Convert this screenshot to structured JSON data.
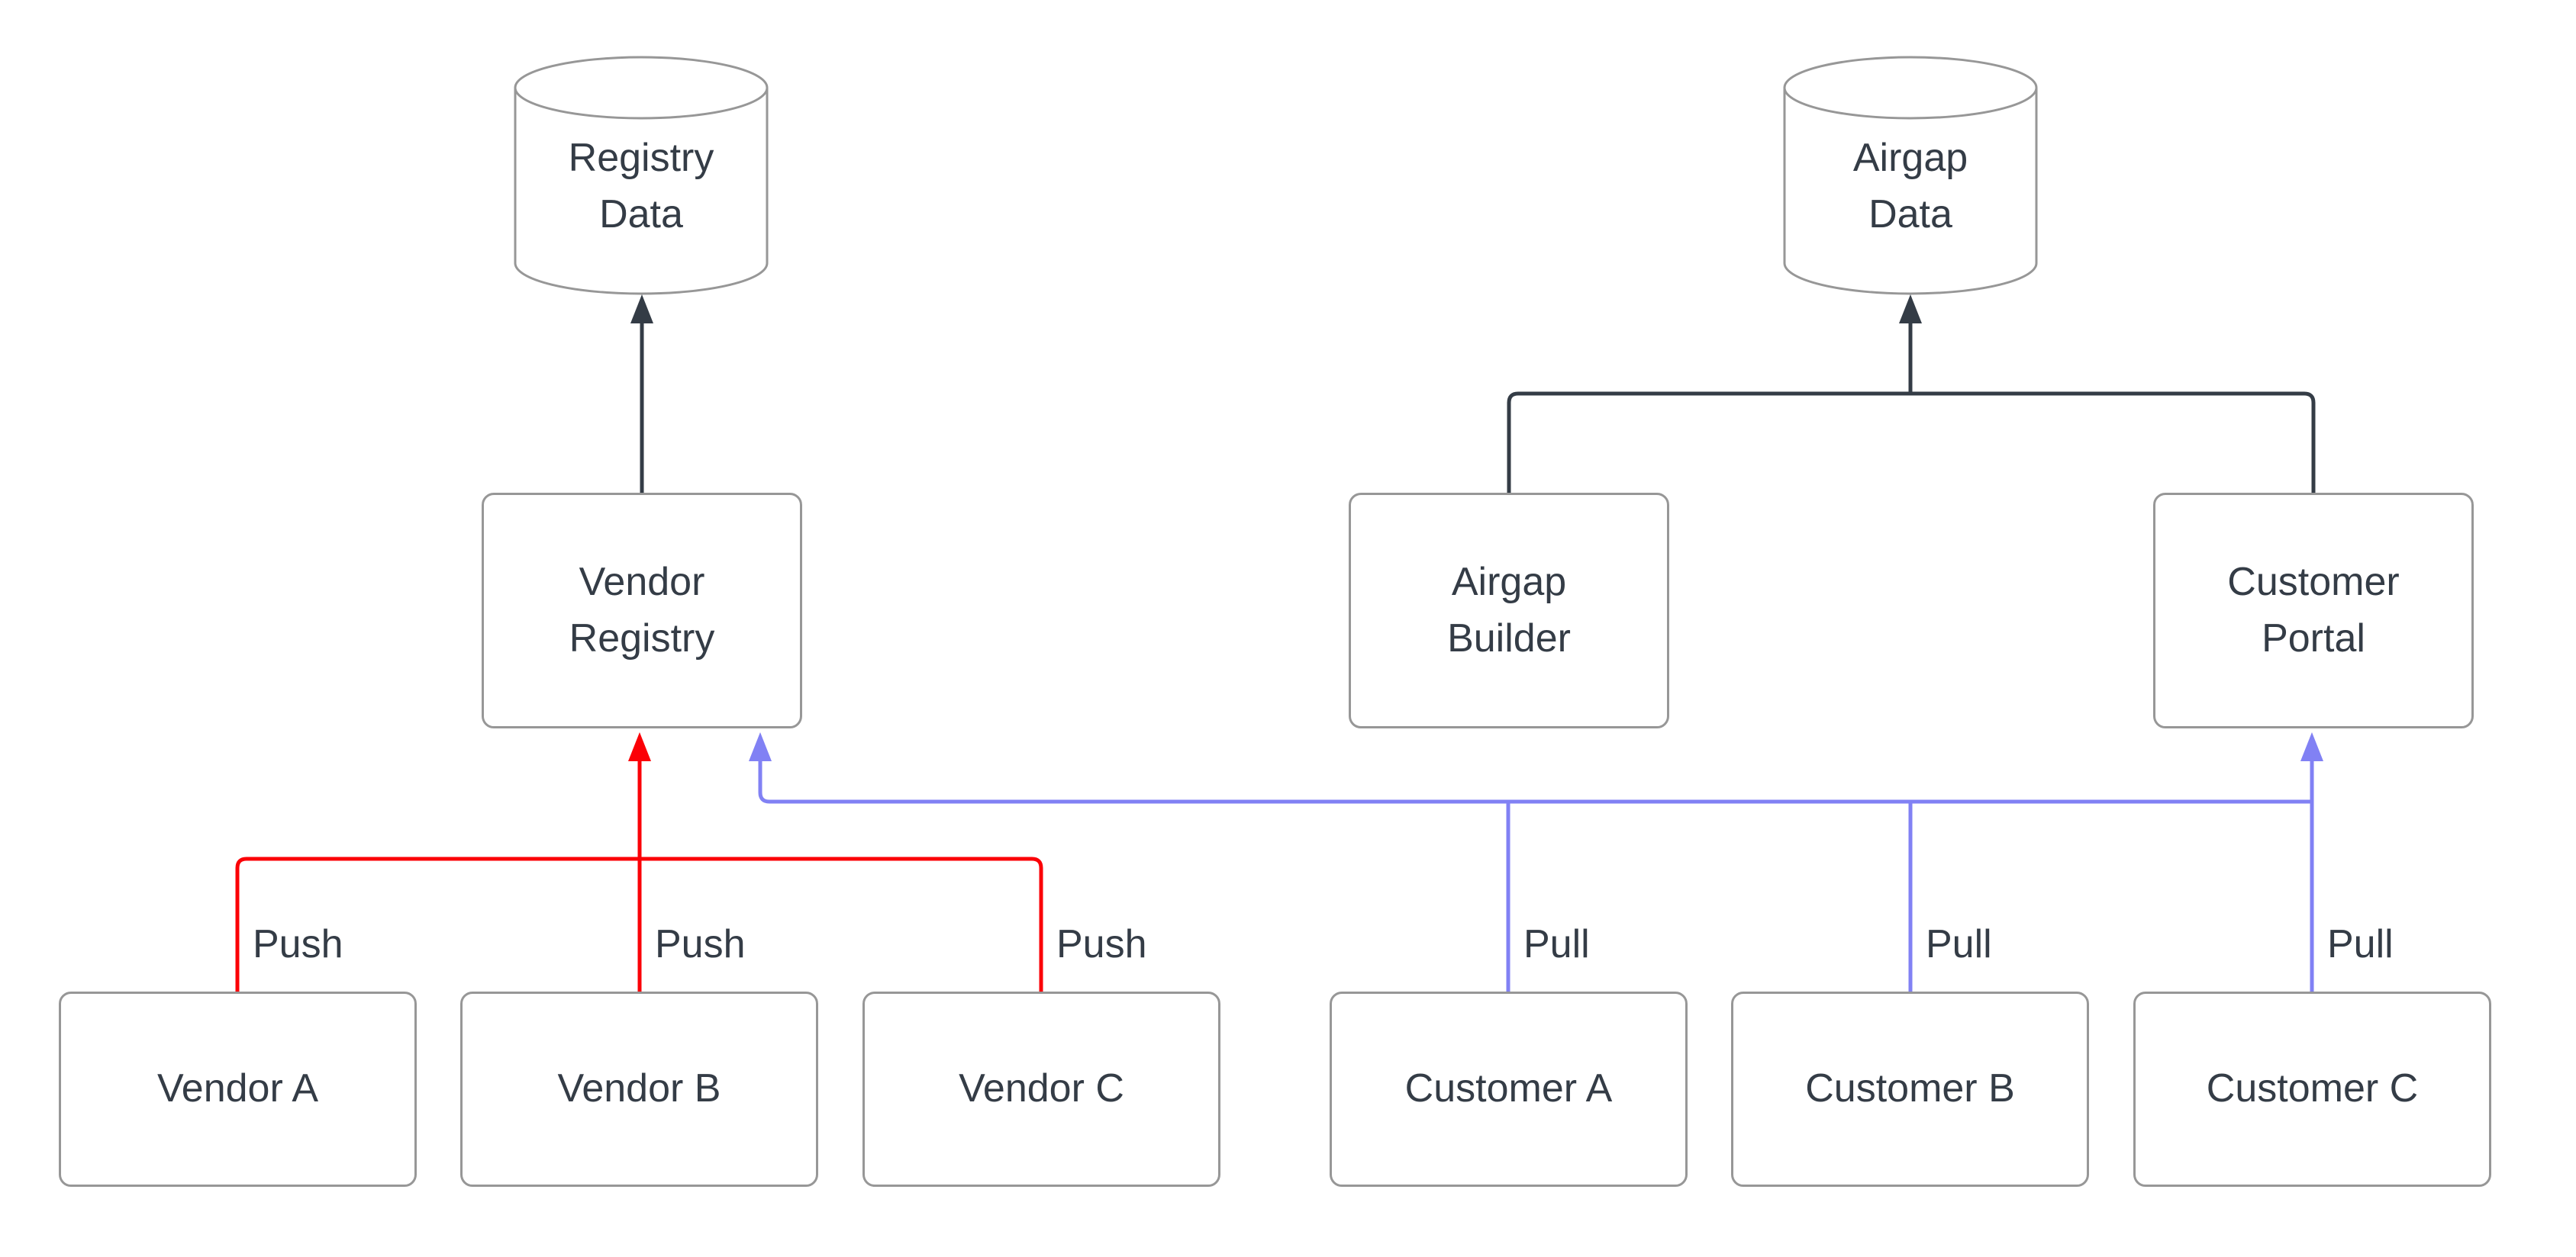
{
  "title": "Vendor registry push / customer pull data flow diagram",
  "colors": {
    "dark": "#343c46",
    "push": "#fb0007",
    "pull": "#8181f4",
    "shape_border": "#979797",
    "text": "#343c46"
  },
  "nodes": {
    "registry_data": {
      "label": "Registry\nData",
      "shape": "cylinder"
    },
    "airgap_data": {
      "label": "Airgap\nData",
      "shape": "cylinder"
    },
    "vendor_registry": {
      "label": "Vendor\nRegistry",
      "shape": "box"
    },
    "airgap_builder": {
      "label": "Airgap\nBuilder",
      "shape": "box"
    },
    "customer_portal": {
      "label": "Customer\nPortal",
      "shape": "box"
    },
    "vendor_a": {
      "label": "Vendor A",
      "shape": "box"
    },
    "vendor_b": {
      "label": "Vendor B",
      "shape": "box"
    },
    "vendor_c": {
      "label": "Vendor C",
      "shape": "box"
    },
    "customer_a": {
      "label": "Customer A",
      "shape": "box"
    },
    "customer_b": {
      "label": "Customer B",
      "shape": "box"
    },
    "customer_c": {
      "label": "Customer C",
      "shape": "box"
    }
  },
  "edge_labels": {
    "push": "Push",
    "pull": "Pull"
  },
  "edges": [
    {
      "from": "vendor_registry",
      "to": "registry_data",
      "color": "dark"
    },
    {
      "from": "airgap_builder",
      "to": "airgap_data",
      "color": "dark"
    },
    {
      "from": "customer_portal",
      "to": "airgap_data",
      "color": "dark"
    },
    {
      "from": "vendor_a",
      "to": "vendor_registry",
      "label": "Push",
      "color": "push"
    },
    {
      "from": "vendor_b",
      "to": "vendor_registry",
      "label": "Push",
      "color": "push"
    },
    {
      "from": "vendor_c",
      "to": "vendor_registry",
      "label": "Push",
      "color": "push"
    },
    {
      "from": "customer_a",
      "to": "vendor_registry",
      "label": "Pull",
      "color": "pull"
    },
    {
      "from": "customer_b",
      "to": "vendor_registry",
      "label": "Pull",
      "color": "pull"
    },
    {
      "from": "customer_c",
      "to": "customer_portal",
      "label": "Pull",
      "color": "pull"
    }
  ]
}
